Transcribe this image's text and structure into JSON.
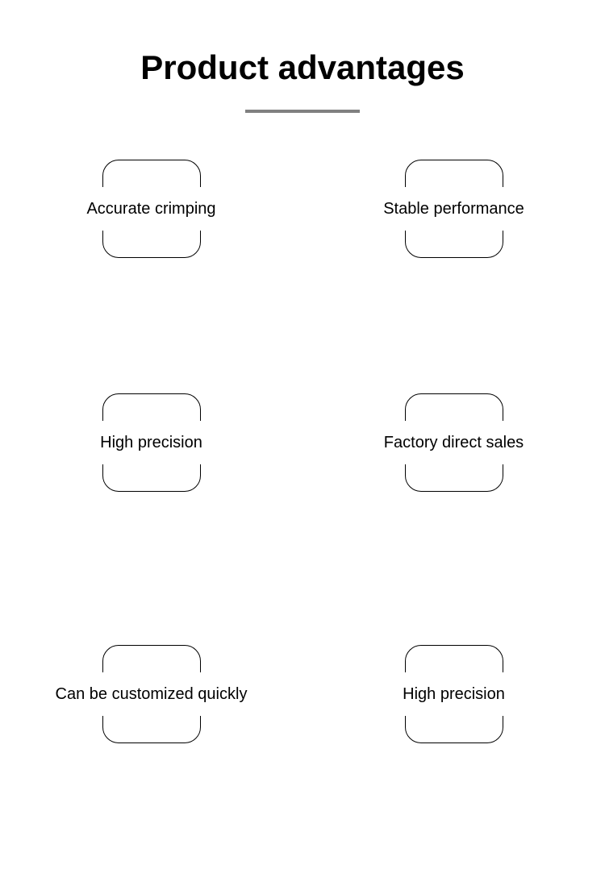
{
  "header": {
    "title": "Product advantages",
    "divider_color": "#808080"
  },
  "theme": {
    "background": "#ffffff",
    "text_color": "#000000",
    "box_border_color": "#000000"
  },
  "features": [
    {
      "label": "Accurate crimping"
    },
    {
      "label": "Stable performance"
    },
    {
      "label": "High precision"
    },
    {
      "label": "Factory direct sales"
    },
    {
      "label": "Can be customized quickly"
    },
    {
      "label": "High precision"
    }
  ]
}
